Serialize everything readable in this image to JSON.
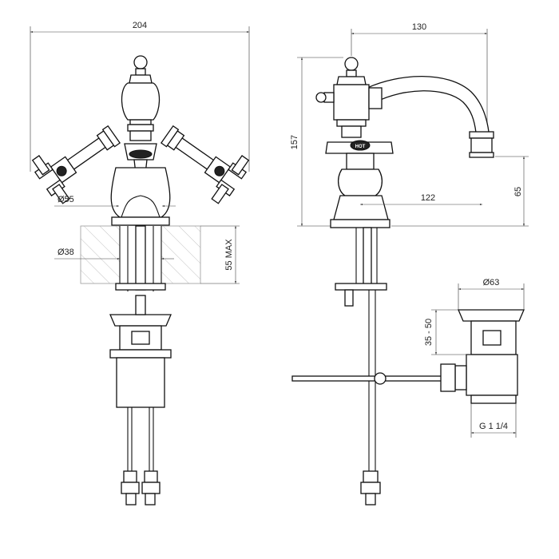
{
  "dimensions": {
    "width_total": "204",
    "spout_reach": "130",
    "height": "157",
    "spout_offset": "122",
    "spout_height": "65",
    "hole_diameter_55": "Ø55",
    "hole_diameter_38": "Ø38",
    "deck_max": "55 MAX",
    "waste_diameter": "Ø63",
    "waste_range": "35 - 50",
    "waste_thread": "G 1 1/4"
  },
  "labels": {
    "hot_label": "HOT"
  },
  "colors": {
    "line": "#111111",
    "hatch": "#9a9a9a"
  }
}
